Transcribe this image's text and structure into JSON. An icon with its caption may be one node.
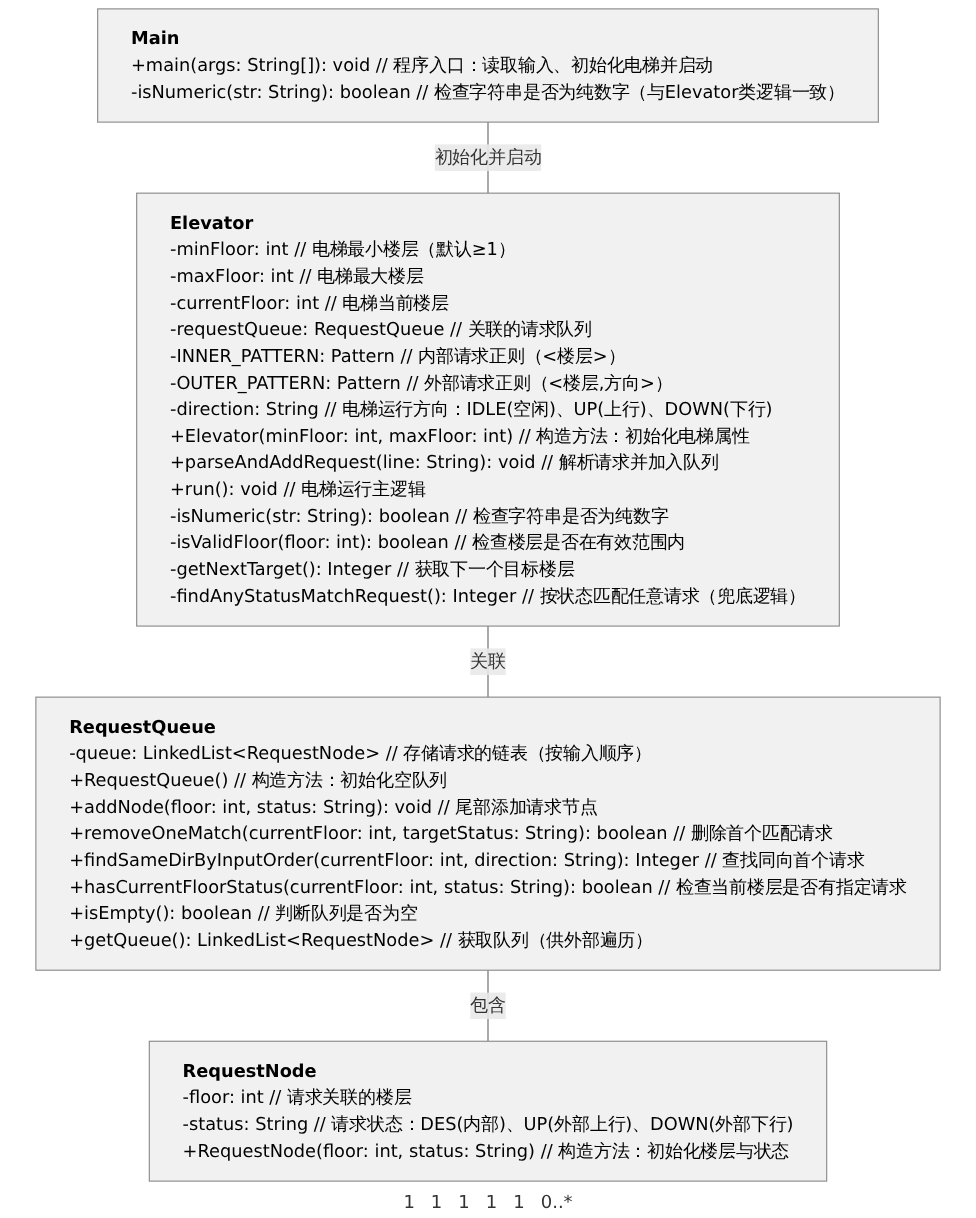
{
  "diagram": {
    "nodes": [
      {
        "text": [
          "Main",
          "+main(args: String[]): void  // 程序入口：读取输入、初始化电梯并启动",
          "-isNumeric(str: String): boolean  // 检查字符串是否为纯数字（与Elevator类逻辑一致）"
        ]
      },
      {
        "text": [
          "Elevator",
          "-minFloor: int  // 电梯最小楼层（默认≥1）",
          "-maxFloor: int  // 电梯最大楼层",
          "-currentFloor: int  // 电梯当前楼层",
          "-requestQueue: RequestQueue  // 关联的请求队列",
          "-INNER_PATTERN: Pattern  // 内部请求正则（<楼层>）",
          "-OUTER_PATTERN: Pattern  // 外部请求正则（<楼层,方向>）",
          "-direction: String  // 电梯运行方向：IDLE(空闲)、UP(上行)、DOWN(下行)",
          "+Elevator(minFloor: int, maxFloor: int)  // 构造方法：初始化电梯属性",
          "+parseAndAddRequest(line: String): void  // 解析请求并加入队列",
          "+run(): void  // 电梯运行主逻辑",
          "-isNumeric(str: String): boolean  // 检查字符串是否为纯数字",
          "-isValidFloor(floor: int): boolean  // 检查楼层是否在有效范围内",
          "-getNextTarget(): Integer  // 获取下一个目标楼层",
          "-findAnyStatusMatchRequest(): Integer  // 按状态匹配任意请求（兜底逻辑）"
        ]
      },
      {
        "text": [
          "RequestQueue",
          "-queue: LinkedList<RequestNode>  // 存储请求的链表（按输入顺序）",
          "+RequestQueue()  // 构造方法：初始化空队列",
          "+addNode(floor: int, status: String): void  // 尾部添加请求节点",
          "+removeOneMatch(currentFloor: int, targetStatus: String): boolean  // 删除首个匹配请求",
          "+findSameDirByInputOrder(currentFloor: int, direction: String): Integer  // 查找同向首个请求",
          "+hasCurrentFloorStatus(currentFloor: int, status: String): boolean  // 检查当前楼层是否有指定请求",
          "+isEmpty(): boolean  // 判断队列是否为空",
          "+getQueue(): LinkedList<RequestNode>  // 获取队列（供外部遍历）"
        ]
      },
      {
        "text": [
          "RequestNode",
          "-floor: int  // 请求关联的楼层",
          "-status: String  // 请求状态：DES(内部)、UP(外部上行)、DOWN(外部下行)",
          "+RequestNode(floor: int, status: String)  // 构造方法：初始化楼层与状态"
        ]
      }
    ],
    "edges": [
      {
        "from": 0,
        "to": 1,
        "arrow": "none",
        "label": "初始化并启动"
      },
      {
        "from": 1,
        "to": 2,
        "arrow": "none",
        "label": "关联"
      },
      {
        "from": 2,
        "to": 3,
        "arrow": "none",
        "label": "包含"
      }
    ],
    "labels": [
      "1",
      "1",
      "1",
      "1",
      "1",
      "0..*"
    ]
  }
}
